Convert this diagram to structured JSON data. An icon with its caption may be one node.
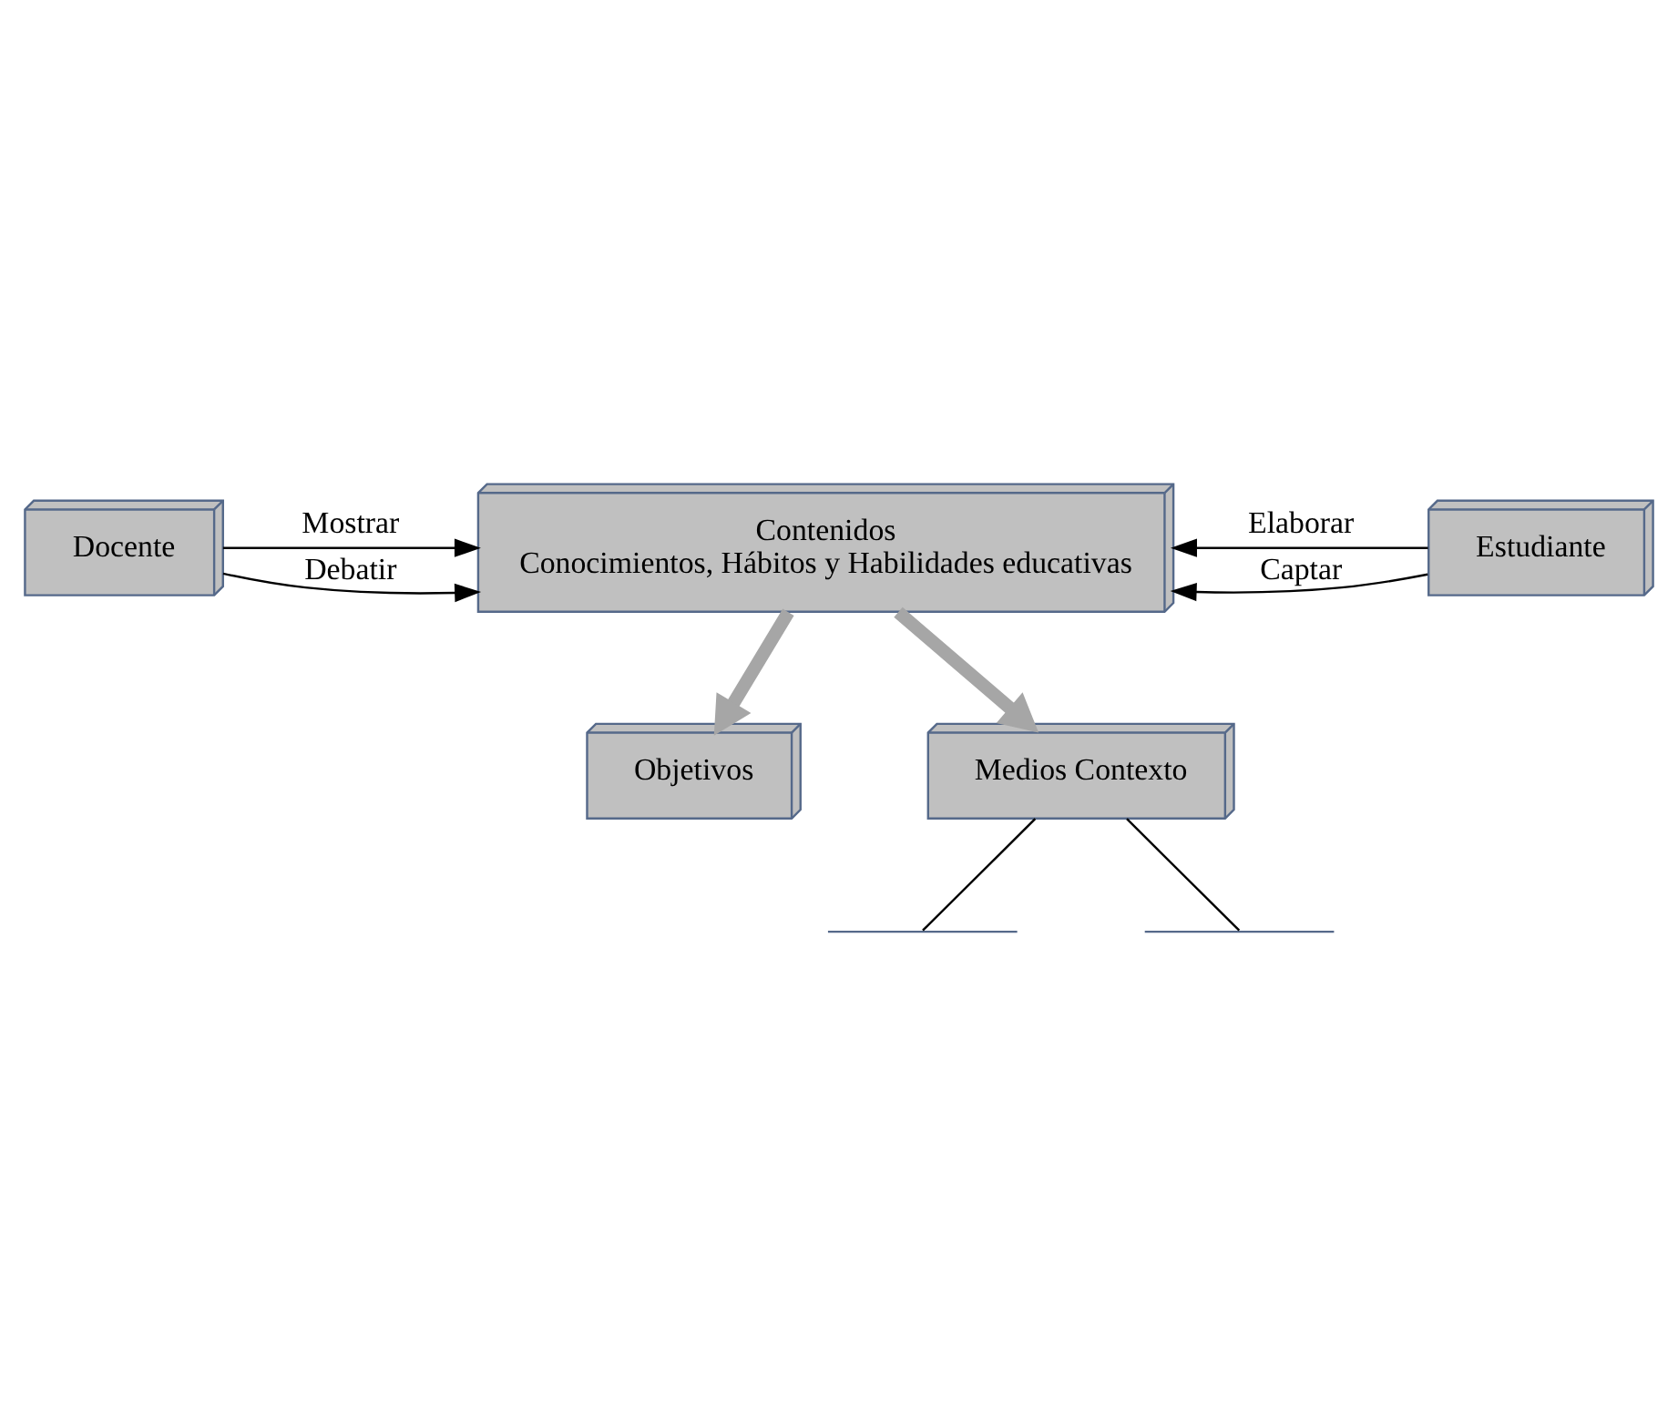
{
  "diagram": {
    "nodes": [
      {
        "text": [
          "Objetivos"
        ]
      },
      {
        "text": [
          "Contenidos",
          "Conocimientos, Hábitos y Habilidades educativas"
        ]
      },
      {
        "text": [
          "Docente"
        ]
      },
      {
        "text": [
          "Estudiante"
        ]
      },
      {
        "text": [
          "Medios Contexto"
        ]
      }
    ],
    "edges": [
      {
        "from": 1,
        "to": 0,
        "arrow": "to",
        "style": "thick",
        "color": "#a6a6a6"
      },
      {
        "from": 2,
        "to": 1,
        "arrow": "to",
        "label": "Mostrar"
      },
      {
        "from": 3,
        "to": 1,
        "arrow": "to",
        "label": "Captar"
      },
      {
        "from": 2,
        "to": 1,
        "arrow": "to",
        "label": "Debatir"
      },
      {
        "from": 3,
        "to": 1,
        "arrow": "to",
        "label": "Elaborar"
      },
      {
        "from": 1,
        "to": 4,
        "arrow": "to",
        "style": "thick",
        "color": "#a6a6a6"
      },
      {
        "from": 4,
        "to": null,
        "arrow": "none"
      },
      {
        "from": 4,
        "to": null,
        "arrow": "none"
      }
    ]
  }
}
